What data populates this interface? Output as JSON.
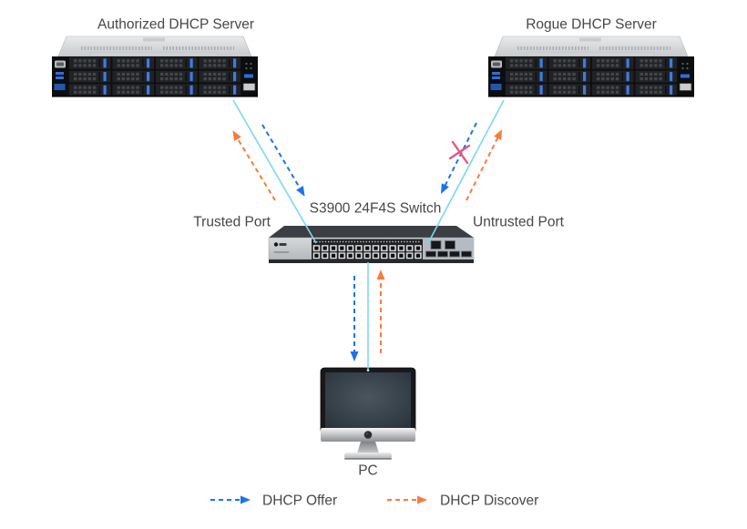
{
  "nodes": {
    "authorized_server": {
      "label": "Authorized DHCP Server",
      "icon": "rack-server-icon"
    },
    "rogue_server": {
      "label": "Rogue DHCP Server",
      "icon": "rack-server-icon"
    },
    "switch": {
      "label": "S3900 24F4S Switch",
      "icon": "network-switch-icon",
      "trusted_port_label": "Trusted Port",
      "untrusted_port_label": "Untrusted Port"
    },
    "pc": {
      "label": "PC",
      "icon": "desktop-computer-icon"
    }
  },
  "legend": {
    "offer": {
      "label": "DHCP Offer",
      "color": "#1b74e8",
      "line_style": "dashed-arrow"
    },
    "discover": {
      "label": "DHCP Discover",
      "color": "#f87b3c",
      "line_style": "dashed-arrow"
    }
  },
  "flows": [
    {
      "type": "DHCP Discover",
      "from": "PC",
      "to": "S3900 24F4S Switch",
      "blocked": false
    },
    {
      "type": "DHCP Discover",
      "from": "S3900 24F4S Switch",
      "to": "Authorized DHCP Server",
      "blocked": false
    },
    {
      "type": "DHCP Discover",
      "from": "S3900 24F4S Switch",
      "to": "Rogue DHCP Server",
      "blocked": false
    },
    {
      "type": "DHCP Offer",
      "from": "Authorized DHCP Server",
      "to": "S3900 24F4S Switch",
      "blocked": false
    },
    {
      "type": "DHCP Offer",
      "from": "Rogue DHCP Server",
      "to": "S3900 24F4S Switch",
      "blocked": true
    },
    {
      "type": "DHCP Offer",
      "from": "S3900 24F4S Switch",
      "to": "PC",
      "blocked": false
    }
  ],
  "colors": {
    "background": "#ffffff",
    "link_line": "#7dd7f0",
    "offer_arrow": "#1b74e8",
    "discover_arrow": "#f87b3c",
    "blocked_x": "#e8577d",
    "label_text": "#474747"
  }
}
